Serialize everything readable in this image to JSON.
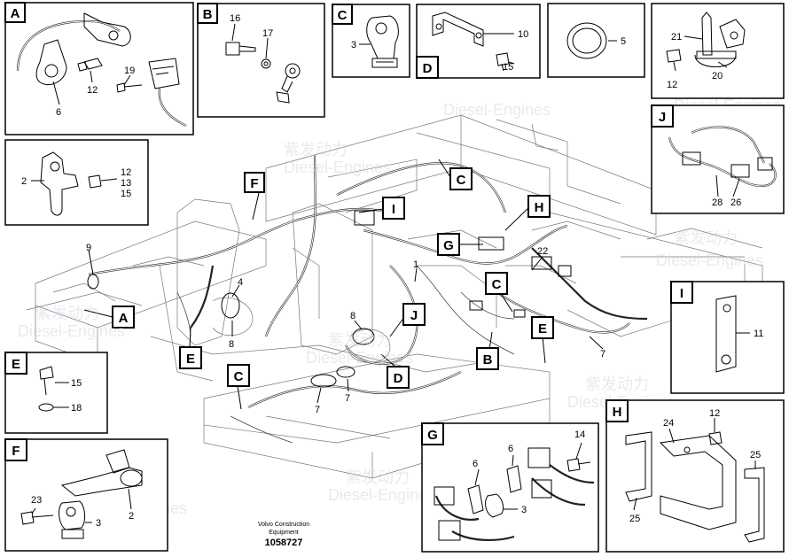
{
  "watermark": {
    "text_cn": "紫发动力",
    "text_en": "Diesel-Engines"
  },
  "caption": {
    "maker": "Volvo Construction",
    "maker2": "Equipment",
    "part_number": "1058727"
  },
  "main_callouts": {
    "F": "F",
    "I": "I",
    "C_top": "C",
    "H": "H",
    "G": "G",
    "A": "A",
    "E_left": "E",
    "C_right": "C",
    "E_right": "E",
    "J": "J",
    "B": "B",
    "D": "D",
    "C_bottom": "C",
    "n9": "9",
    "n4": "4",
    "n8a": "8",
    "n8b": "8",
    "n1": "1",
    "n22": "22",
    "n7a": "7",
    "n7b": "7",
    "n7c": "7"
  },
  "panels": {
    "A": {
      "letter": "A",
      "labels": [
        "19",
        "12",
        "6"
      ]
    },
    "B": {
      "letter": "B",
      "labels": [
        "16",
        "17"
      ]
    },
    "C": {
      "letter": "C",
      "labels": [
        "3"
      ]
    },
    "D": {
      "letter": "D",
      "labels": [
        "10",
        "15"
      ]
    },
    "P5": {
      "labels": [
        "5"
      ]
    },
    "K": {
      "labels": [
        "21",
        "12",
        "20"
      ]
    },
    "clamp": {
      "labels": [
        "2",
        "12",
        "13",
        "15"
      ]
    },
    "J": {
      "letter": "J",
      "labels": [
        "28",
        "26"
      ]
    },
    "I": {
      "letter": "I",
      "labels": [
        "11"
      ]
    },
    "E": {
      "letter": "E",
      "labels": [
        "15",
        "18"
      ]
    },
    "F": {
      "letter": "F",
      "labels": [
        "23",
        "3",
        "2"
      ]
    },
    "G": {
      "letter": "G",
      "labels": [
        "14",
        "6",
        "6",
        "3"
      ]
    },
    "H": {
      "letter": "H",
      "labels": [
        "12",
        "24",
        "25",
        "25"
      ]
    }
  }
}
